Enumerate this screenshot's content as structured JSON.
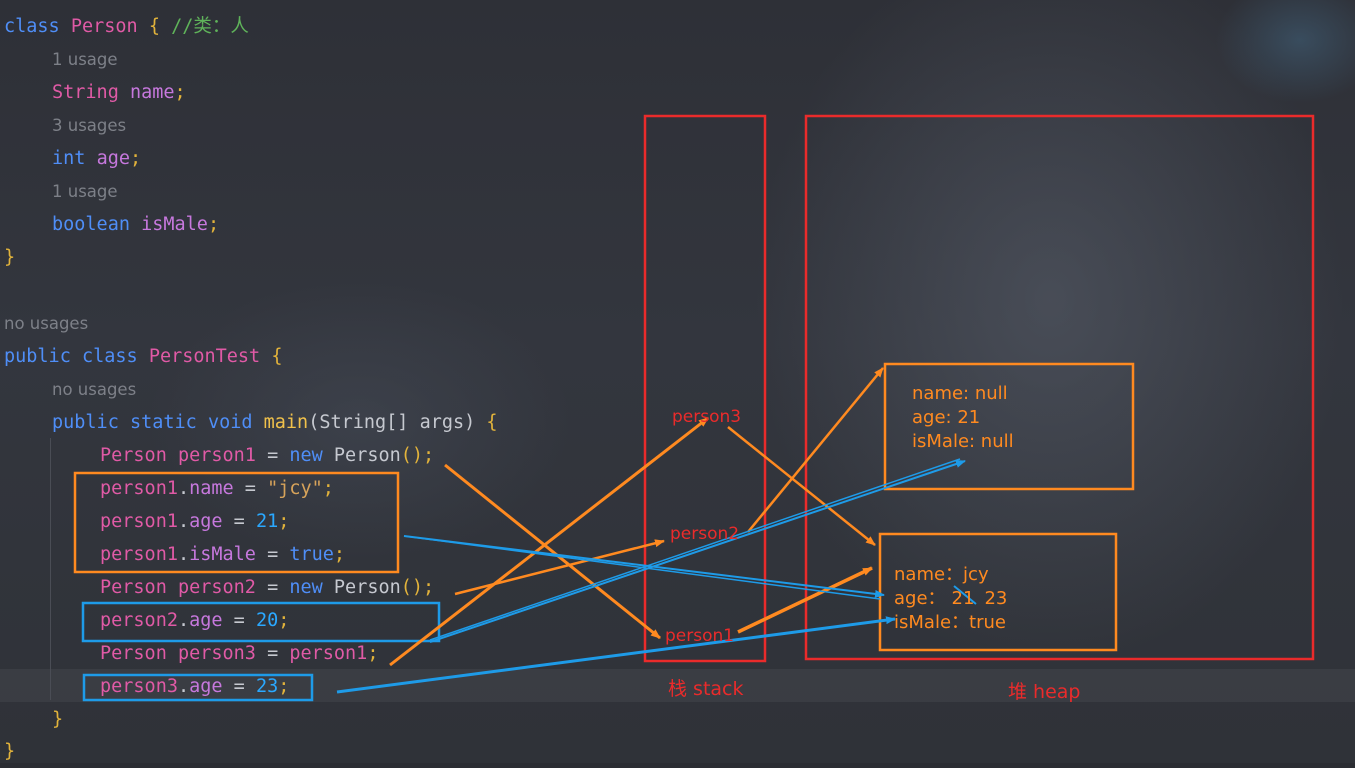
{
  "code": {
    "hint_usage_1": "1 usage",
    "hint_usage_3": "3 usages",
    "hint_usage_1b": "1 usage",
    "hint_no_usages_class": "no usages",
    "hint_no_usages_main": "no usages",
    "class_kw": "class",
    "class_name": "Person",
    "open_brace": "{",
    "comment": "//类：人",
    "type_string": "String",
    "field_name": "name",
    "type_int": "int",
    "field_age": "age",
    "type_boolean": "boolean",
    "field_ismale": "isMale",
    "semicolon": ";",
    "close_brace": "}",
    "public_kw": "public",
    "class_kw2": "class",
    "test_class": "PersonTest",
    "static_kw": "static",
    "void_kw": "void",
    "main_fn": "main",
    "main_params": "(String[] args)",
    "line_p1_decl": [
      "Person",
      "person1",
      "=",
      "new",
      "Person",
      "();"
    ],
    "line_p1_name": [
      "person1",
      ".",
      "name",
      " = ",
      "\"jcy\"",
      ";"
    ],
    "line_p1_age": [
      "person1",
      ".",
      "age",
      " = ",
      "21",
      ";"
    ],
    "line_p1_male": [
      "person1",
      ".",
      "isMale",
      " = ",
      "true",
      ";"
    ],
    "line_p2_decl": [
      "Person",
      "person2",
      "=",
      "new",
      "Person",
      "();"
    ],
    "line_p2_age": [
      "person2",
      ".",
      "age",
      " = ",
      "20",
      ";"
    ],
    "line_p3_decl": [
      "Person",
      "person3",
      "=",
      "person1",
      ";"
    ],
    "line_p3_age": [
      "person3",
      ".",
      "age",
      " = ",
      "23",
      ";"
    ]
  },
  "diagram": {
    "stack_label": "栈 stack",
    "heap_label": "堆 heap",
    "stack_vars": [
      "person3",
      "person2",
      "person1"
    ],
    "obj_top": {
      "name": "name: null",
      "age": "age: 21",
      "ismale": "isMale: null"
    },
    "obj_bottom": {
      "name": "name：jcy",
      "age_prefix": "age：",
      "age_old": "21",
      "age_new": "23",
      "ismale": "isMale：true"
    },
    "colors": {
      "red": "#ea2b2b",
      "orange": "#ff8a20",
      "blue": "#1e9be8"
    }
  }
}
